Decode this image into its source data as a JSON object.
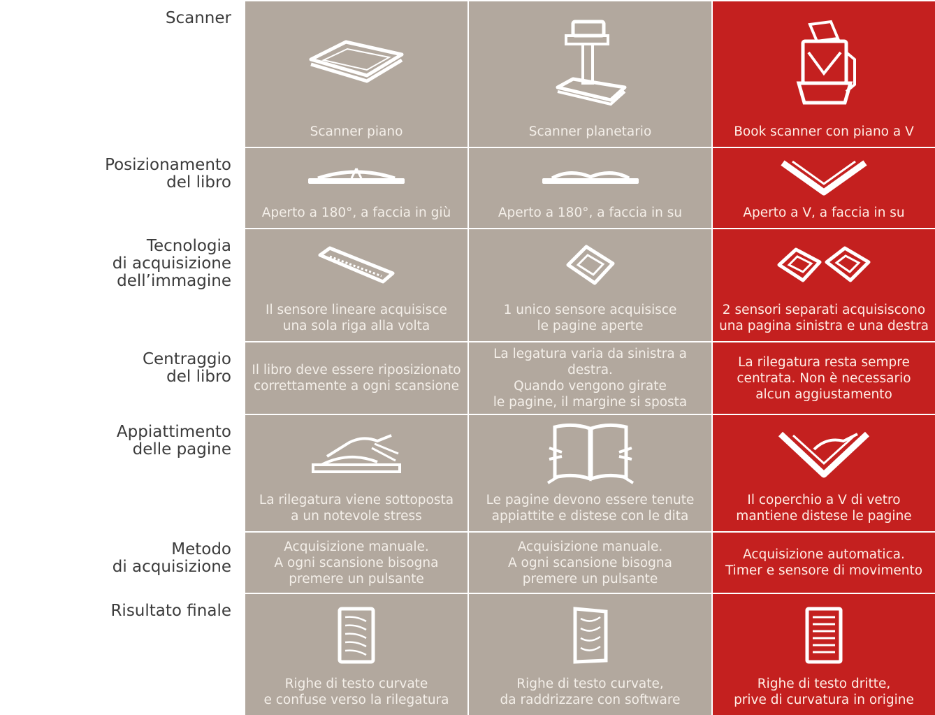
{
  "rows": [
    {
      "label": "Scanner",
      "cells": [
        {
          "text": "Scanner piano",
          "icon": "flatbed-scanner-icon"
        },
        {
          "text": "Scanner planetario",
          "icon": "planetary-scanner-icon"
        },
        {
          "text": "Book scanner con piano a V",
          "icon": "v-book-scanner-icon"
        }
      ]
    },
    {
      "label": "Posizionamento\ndel libro",
      "cells": [
        {
          "text": "Aperto a 180°, a faccia in giù",
          "icon": "book-face-down-icon"
        },
        {
          "text": "Aperto a 180°, a faccia in su",
          "icon": "book-face-up-icon"
        },
        {
          "text": "Aperto a V, a faccia in su",
          "icon": "v-open-book-icon"
        }
      ]
    },
    {
      "label": "Tecnologia\ndi acquisizione\ndell’immagine",
      "cells": [
        {
          "text": "Il sensore lineare acquisisce\nuna sola riga alla volta",
          "icon": "linear-sensor-icon"
        },
        {
          "text": "1 unico sensore acquisisce\nle pagine aperte",
          "icon": "single-sensor-icon"
        },
        {
          "text": "2 sensori separati acquisiscono\nuna pagina sinistra e una destra",
          "icon": "dual-sensor-icon"
        }
      ]
    },
    {
      "label": "Centraggio\ndel libro",
      "cells": [
        {
          "text": "Il libro deve essere riposizionato\ncorrettamente a ogni scansione"
        },
        {
          "text": "La legatura varia da sinistra a destra.\nQuando vengono girate\nle pagine, il margine si sposta"
        },
        {
          "text": "La rilegatura resta sempre\ncentrata. Non è necessario\nalcun aggiustamento"
        }
      ]
    },
    {
      "label": "Appiattimento\ndelle pagine",
      "cells": [
        {
          "text": "La rilegatura viene sottoposta\na un notevole stress",
          "icon": "hand-press-flatbed-icon"
        },
        {
          "text": "Le pagine devono essere tenute\nappiattite e distese con le dita",
          "icon": "fingers-flatten-pages-icon"
        },
        {
          "text": "Il coperchio a V di vetro\nmantiene distese le pagine",
          "icon": "v-glass-cover-icon"
        }
      ]
    },
    {
      "label": "Metodo\ndi acquisizione",
      "cells": [
        {
          "text": "Acquisizione manuale.\nA ogni scansione bisogna\npremere un pulsante"
        },
        {
          "text": "Acquisizione manuale.\nA ogni scansione bisogna\npremere un pulsante"
        },
        {
          "text": "Acquisizione automatica.\nTimer e sensore di movimento"
        }
      ]
    },
    {
      "label": "Risultato finale",
      "cells": [
        {
          "text": "Righe di testo curvate\ne confuse verso la rilegatura",
          "icon": "curved-page-result-icon"
        },
        {
          "text": "Righe di testo curvate,\nda raddrizzare con software",
          "icon": "warped-page-result-icon"
        },
        {
          "text": "Righe di testo dritte,\nprive di curvatura in origine",
          "icon": "straight-page-result-icon"
        }
      ]
    }
  ],
  "colors": {
    "grey": "#b2a89e",
    "red": "#c4201f",
    "label": "#3b3b3b"
  }
}
